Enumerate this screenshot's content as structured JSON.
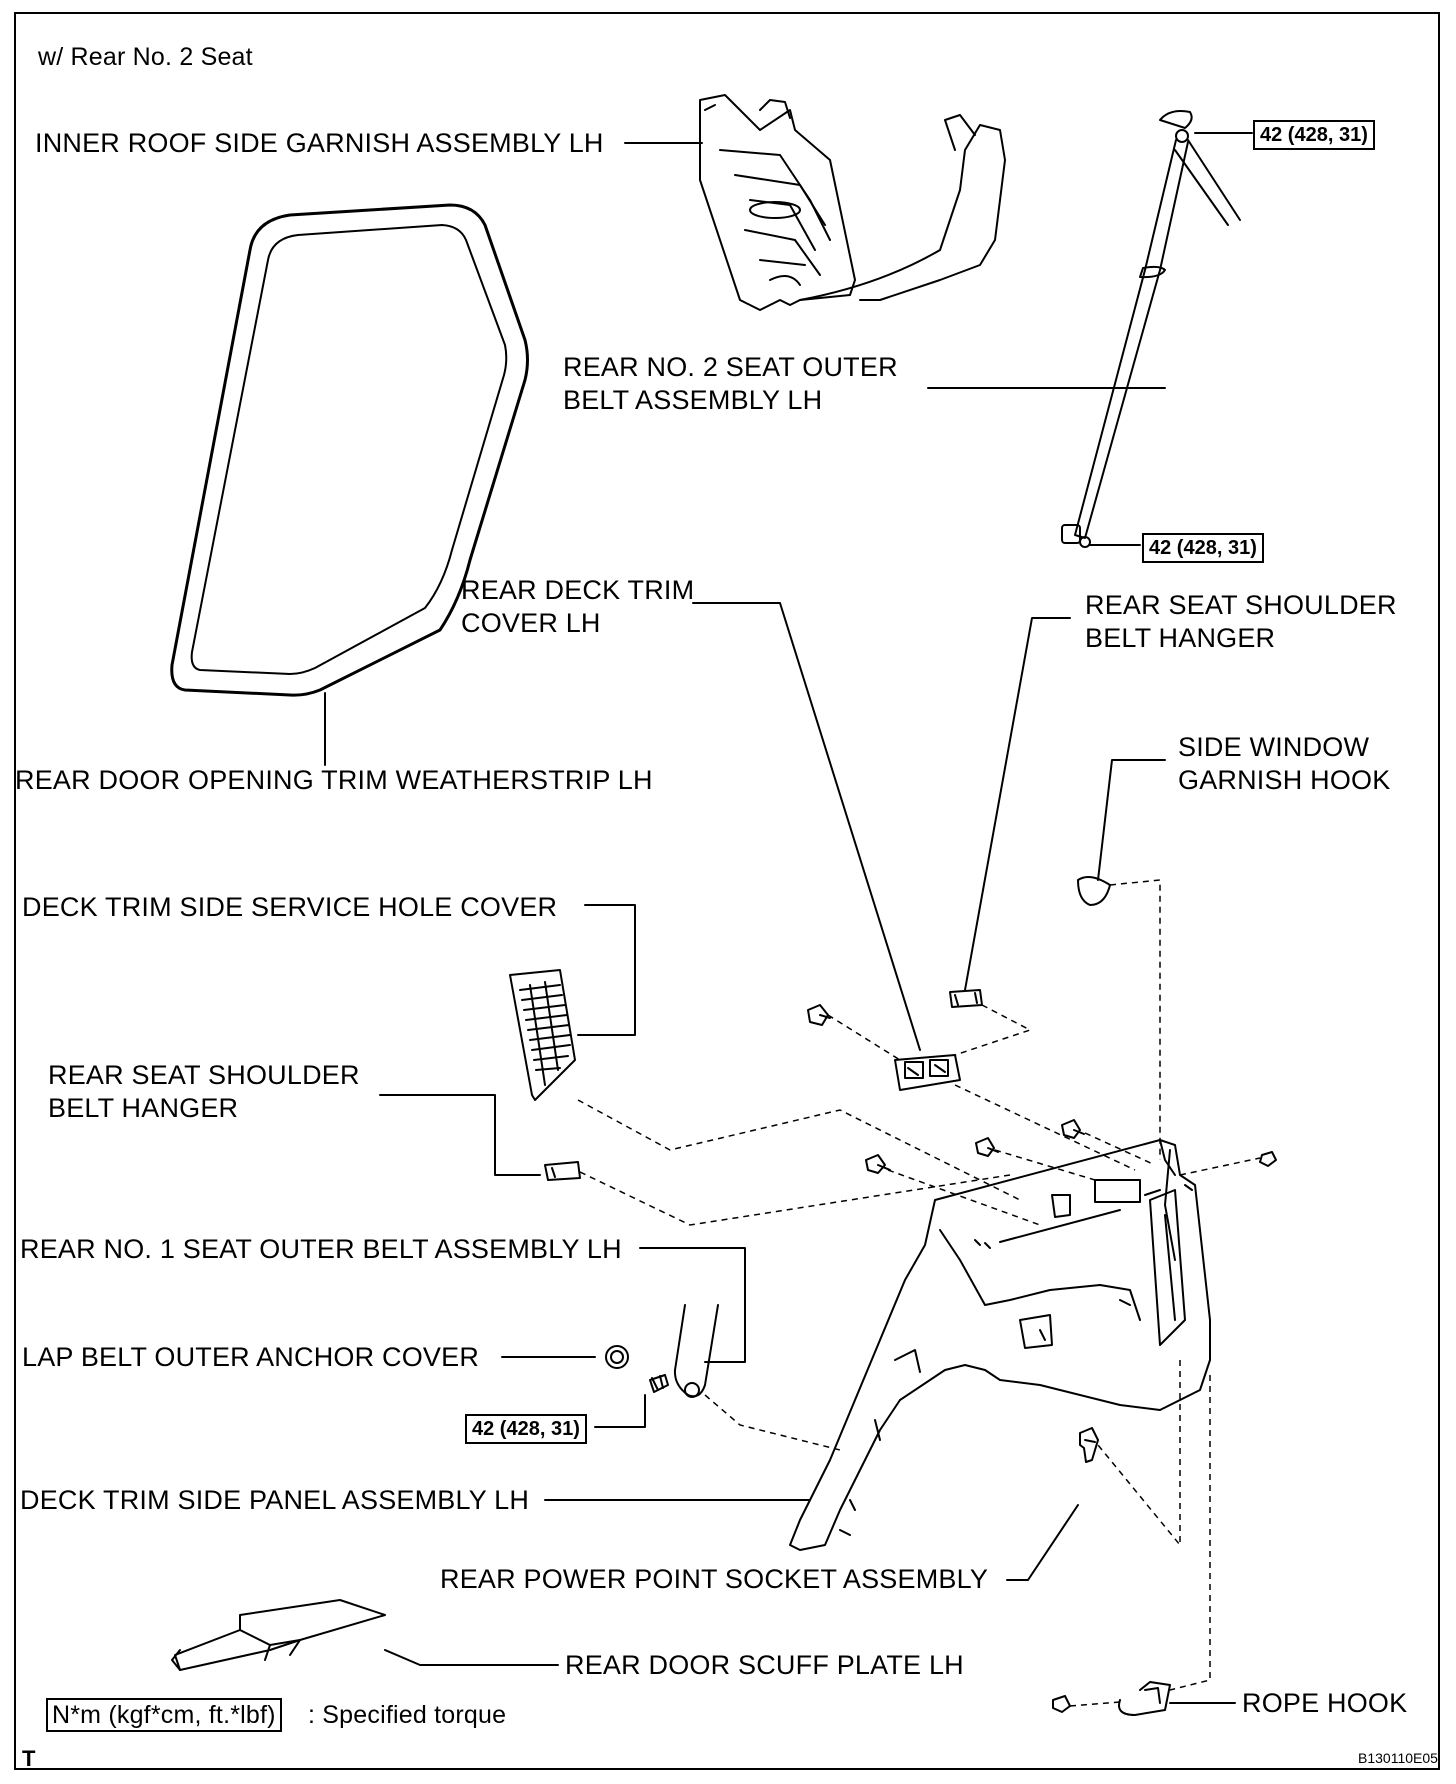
{
  "header": {
    "variant": "w/ Rear No. 2 Seat"
  },
  "labels": {
    "inner_roof": "INNER ROOF SIDE GARNISH ASSEMBLY LH",
    "no2_belt_line1": "REAR NO. 2 SEAT OUTER",
    "no2_belt_line2": "BELT ASSEMBLY LH",
    "deck_trim_cover_line1": "REAR DECK TRIM",
    "deck_trim_cover_line2": "COVER LH",
    "shoulder_hanger_upper_line1": "REAR SEAT SHOULDER",
    "shoulder_hanger_upper_line2": "BELT HANGER",
    "side_window_hook_line1": "SIDE WINDOW",
    "side_window_hook_line2": "GARNISH HOOK",
    "weatherstrip": "REAR DOOR OPENING TRIM WEATHERSTRIP LH",
    "service_hole_cover": "DECK TRIM SIDE SERVICE HOLE COVER",
    "shoulder_hanger_lower_line1": "REAR SEAT SHOULDER",
    "shoulder_hanger_lower_line2": "BELT HANGER",
    "no1_belt": "REAR NO. 1 SEAT OUTER BELT ASSEMBLY LH",
    "lap_belt_cover": "LAP BELT OUTER ANCHOR COVER",
    "side_panel": "DECK TRIM SIDE PANEL ASSEMBLY LH",
    "power_socket": "REAR POWER POINT SOCKET ASSEMBLY",
    "scuff_plate": "REAR DOOR SCUFF PLATE LH",
    "rope_hook": "ROPE HOOK"
  },
  "torque": {
    "upper_belt_top": "42 (428, 31)",
    "upper_belt_bottom": "42 (428, 31)",
    "lower_belt": "42 (428, 31)"
  },
  "legend": {
    "unit_box": "N*m (kgf*cm, ft.*lbf)",
    "description": ": Specified torque"
  },
  "footer": {
    "corner_mark": "T",
    "figure_code": "B130110E05"
  }
}
